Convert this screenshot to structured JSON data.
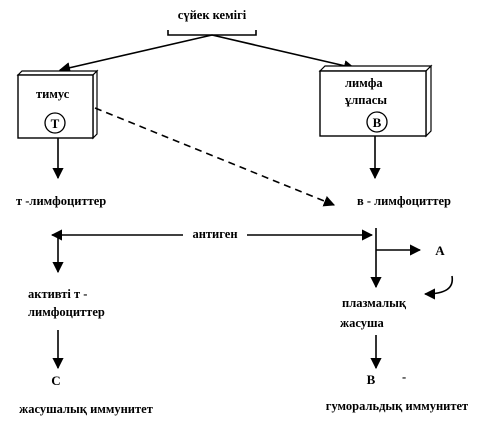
{
  "nodes": {
    "bone_marrow": "сүйек кемігі",
    "thymus": "тимус",
    "thymus_letter": "Т",
    "lymph_node_line1": "лимфа",
    "lymph_node_line2": "ұлпасы",
    "lymph_node_letter": "В",
    "t_lymphocytes": "т -лимфоциттер",
    "b_lymphocytes": "в - лимфоциттер",
    "antigen": "антиген",
    "activated_t_line1": "активті т -",
    "activated_t_line2": "лимфоциттер",
    "plasma_cell_line1": "плазмалық",
    "plasma_cell_line2": "жасуша",
    "letter_a": "А",
    "letter_c": "С",
    "letter_b": "В",
    "b_dash": "-",
    "cellular_immunity": "жасушалық иммунитет",
    "humoral_immunity": "гуморальдық иммунитет"
  }
}
